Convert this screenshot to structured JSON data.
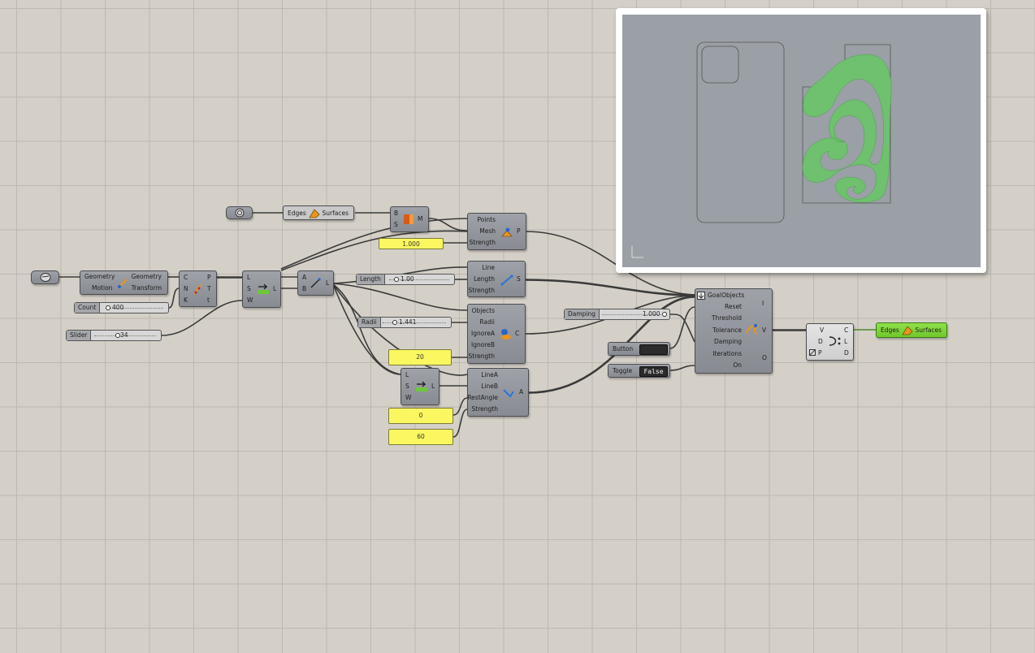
{
  "canvas": {
    "background": "#d4d0c8",
    "grid_color": "#bdb9b1"
  },
  "preview": {
    "shape_color": "#6fc06f",
    "frame_color": "#9aa0a6"
  },
  "components": {
    "geom_param_1": {
      "icon": "hexagon-param-icon"
    },
    "geom_param_2": {
      "icon": "geometry-param-icon"
    },
    "edges_surfaces_1": {
      "in": "Edges",
      "out": "Surfaces"
    },
    "mesh_brep": {
      "in": [
        "B",
        "S"
      ],
      "out": "M"
    },
    "anchor": {
      "in": [
        "Points",
        "Mesh",
        "Strength"
      ],
      "out": "P"
    },
    "panel_strength": {
      "value": "1.000"
    },
    "orient": {
      "in": [
        "Geometry",
        "Motion"
      ],
      "out": [
        "Geometry",
        "Transform"
      ]
    },
    "curve_div": {
      "in": [
        "C",
        "N",
        "K"
      ],
      "out": [
        "P",
        "T",
        "t"
      ]
    },
    "count_slider": {
      "label": "Count",
      "value": "400"
    },
    "slider": {
      "label": "Slider",
      "value": "34"
    },
    "shift_list_1": {
      "in": [
        "L",
        "S",
        "W"
      ],
      "out": "L"
    },
    "line": {
      "in": [
        "A",
        "B"
      ],
      "out": "L"
    },
    "length_slider": {
      "label": "Length",
      "value": "1.00"
    },
    "length_goal": {
      "in": [
        "Line",
        "Length",
        "Strength"
      ],
      "out": "S"
    },
    "collide": {
      "in": [
        "Objects",
        "Radii",
        "IgnoreA",
        "IgnoreB",
        "Strength"
      ],
      "out": "C"
    },
    "radii_slider": {
      "label": "Radii",
      "value": "1.441"
    },
    "panel_20": {
      "value": "20"
    },
    "shift_list_2": {
      "in": [
        "L",
        "S",
        "W"
      ],
      "out": "L"
    },
    "angle": {
      "in": [
        "LineA",
        "LineB",
        "RestAngle",
        "Strength"
      ],
      "out": "A"
    },
    "panel_0": {
      "value": "0"
    },
    "panel_60": {
      "value": "60"
    },
    "damping_slider": {
      "label": "Damping",
      "value": "1.000"
    },
    "button": {
      "label": "Button"
    },
    "toggle": {
      "label": "Toggle",
      "value": "False"
    },
    "solver": {
      "in": [
        "GoalObjects",
        "Reset",
        "Threshold",
        "Tolerance",
        "Damping",
        "Iterations",
        "On"
      ],
      "out": [
        "I",
        "V",
        "O"
      ]
    },
    "explode": {
      "in": [
        "V",
        "D",
        "P"
      ],
      "out": [
        "C",
        "L",
        "D"
      ]
    },
    "edges_surfaces_2": {
      "in": "Edges",
      "out": "Surfaces"
    }
  }
}
